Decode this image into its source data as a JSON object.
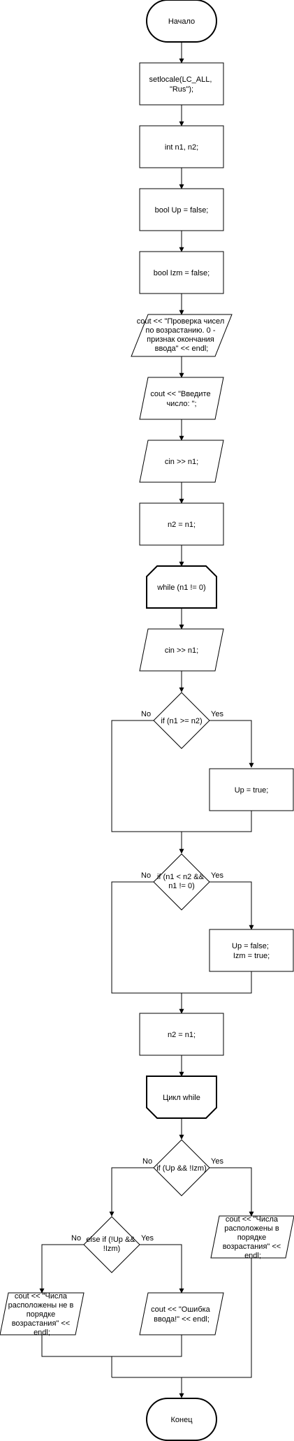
{
  "nodes": {
    "start": "Начало",
    "setlocale": [
      "setlocale(LC_ALL,",
      "\"Rus\");"
    ],
    "decl_ints": "int n1, n2;",
    "decl_up": "bool Up = false;",
    "decl_izm": "bool Izm = false;",
    "out_intro": [
      "cout << \"Проверка чисел",
      "по возрастанию. 0 -",
      "признак окончания",
      "ввода\" << endl;"
    ],
    "out_prompt": [
      "cout << \"Введите",
      "число: \";"
    ],
    "in_first": "cin >> n1;",
    "assign_first": "n2 = n1;",
    "loop_start": "while (n1 != 0)",
    "in_loop": "cin >> n1;",
    "cond_ge": "if (n1 >= n2)",
    "set_up": "Up = true;",
    "cond_lt": [
      "if (n1 < n2 &&",
      "n1 != 0)"
    ],
    "set_izm": [
      "Up = false;",
      "Izm = true;"
    ],
    "assign_loop": "n2 = n1;",
    "loop_end": "Цикл while",
    "cond_final": "if (Up && !Izm)",
    "cond_else": [
      "else if (!Up &&",
      "!Izm)"
    ],
    "out_not_asc": [
      "cout << \"Числа",
      "расположены не в",
      "порядке",
      "возрастания\" <<",
      "endl;"
    ],
    "out_error": [
      "cout << \"Ошибка",
      "ввода!\" << endl;"
    ],
    "out_asc": [
      "cout << \"Числа",
      "расположены в",
      "порядке",
      "возрастания\" <<",
      "endl;"
    ],
    "end": "Конец"
  },
  "branch_labels": {
    "yes": "Yes",
    "no": "No"
  },
  "colors": {
    "stroke": "#000000",
    "fill": "#ffffff",
    "text": "#000000"
  }
}
